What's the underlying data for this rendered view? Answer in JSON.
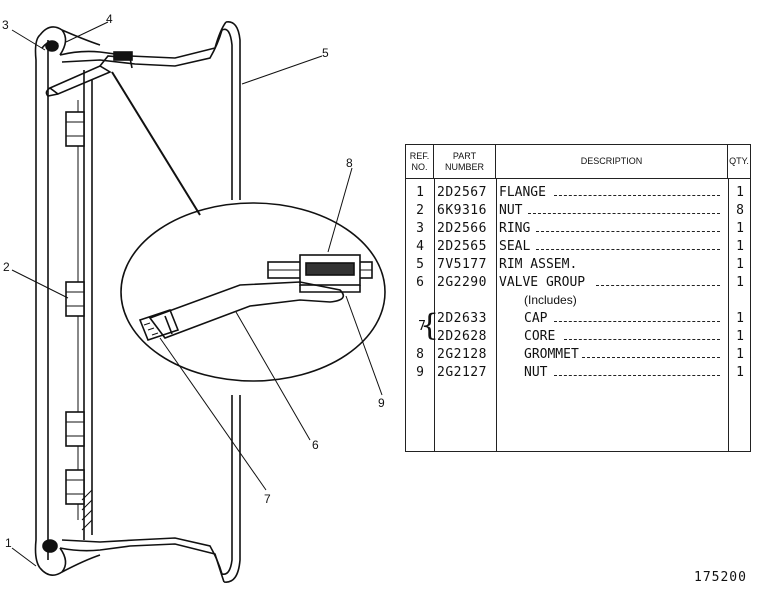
{
  "callouts": [
    "1",
    "2",
    "3",
    "4",
    "5",
    "6",
    "7",
    "8",
    "9"
  ],
  "table": {
    "headers": {
      "ref": "REF. NO.",
      "part": "PART NUMBER",
      "desc": "DESCRIPTION",
      "qty": "QTY."
    },
    "rows": [
      {
        "ref": "1",
        "part": "2D2567",
        "desc": "FLANGE",
        "qty": "1"
      },
      {
        "ref": "2",
        "part": "6K9316",
        "desc": "NUT",
        "qty": "8"
      },
      {
        "ref": "3",
        "part": "2D2566",
        "desc": "RING",
        "qty": "1"
      },
      {
        "ref": "4",
        "part": "2D2565",
        "desc": "SEAL",
        "qty": "1"
      },
      {
        "ref": "5",
        "part": "7V5177",
        "desc": "RIM ASSEM.",
        "qty": "1"
      },
      {
        "ref": "6",
        "part": "2G2290",
        "desc": "VALVE GROUP",
        "qty": "1"
      },
      {
        "ref": "",
        "part": "",
        "desc": "(Includes)",
        "qty": ""
      },
      {
        "ref": "7",
        "part": "2D2633",
        "desc": "CAP",
        "qty": "1"
      },
      {
        "ref": "",
        "part": "2D2628",
        "desc": "CORE",
        "qty": "1"
      },
      {
        "ref": "8",
        "part": "2G2128",
        "desc": "GROMMET",
        "qty": "1"
      },
      {
        "ref": "9",
        "part": "2G2127",
        "desc": "NUT",
        "qty": "1"
      }
    ]
  },
  "document_number": "175200"
}
